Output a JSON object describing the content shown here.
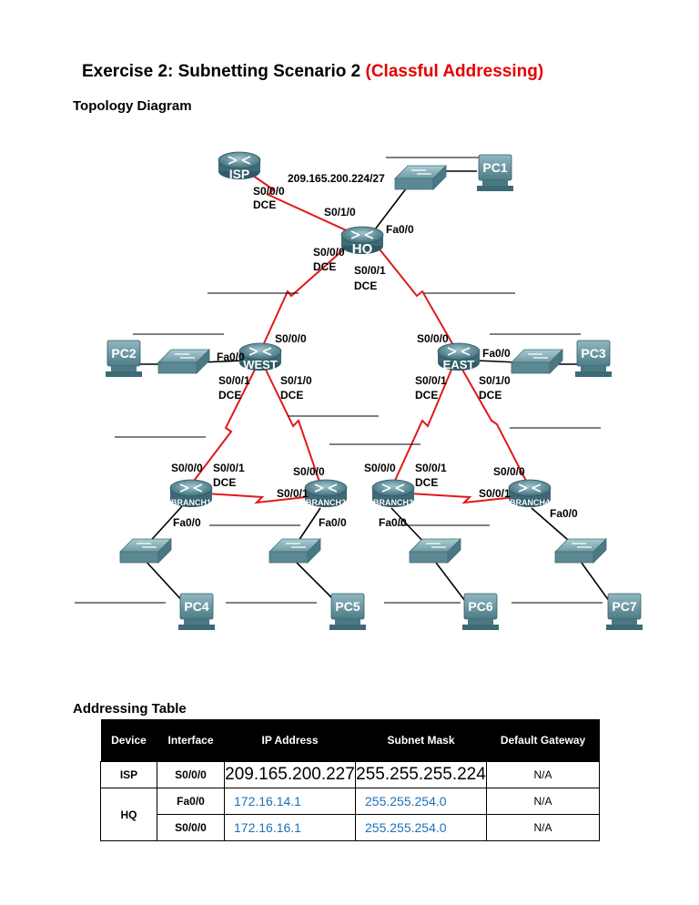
{
  "title": {
    "main": "Exercise 2: Subnetting Scenario 2 ",
    "highlight": "(Classful Addressing)"
  },
  "topology_heading": "Topology Diagram",
  "addressing_heading": "Addressing Table",
  "diagram": {
    "devices": {
      "isp": "ISP",
      "hq": "HQ",
      "west": "WEST",
      "east": "EAST",
      "branch1": "BRANCH1",
      "branch2": "BRANCH2",
      "branch3": "BRANCH3",
      "branch4": "BRANCH4",
      "pc1": "PC1",
      "pc2": "PC2",
      "pc3": "PC3",
      "pc4": "PC4",
      "pc5": "PC5",
      "pc6": "PC6",
      "pc7": "PC7"
    },
    "labels": {
      "isp_network": "209.165.200.224/27",
      "isp_s000": "S0/0/0",
      "isp_dce": "DCE",
      "hq_s010": "S0/1/0",
      "hq_fa00": "Fa0/0",
      "hq_s000": "S0/0/0",
      "hq_s000_dce": "DCE",
      "hq_s001": "S0/0/1",
      "hq_s001_dce": "DCE",
      "west_s000": "S0/0/0",
      "west_fa00": "Fa0/0",
      "west_s001": "S0/0/1",
      "west_s001_dce": "DCE",
      "west_s010": "S0/1/0",
      "west_s010_dce": "DCE",
      "east_s000": "S0/0/0",
      "east_fa00": "Fa0/0",
      "east_s001": "S0/0/1",
      "east_s001_dce": "DCE",
      "east_s010": "S0/1/0",
      "east_s010_dce": "DCE",
      "b1_s000": "S0/0/0",
      "b1_s001": "S0/0/1",
      "b1_dce": "DCE",
      "b1_fa00": "Fa0/0",
      "b2_s000": "S0/0/0",
      "b2_s001": "S0/0/1",
      "b2_fa00": "Fa0/0",
      "b3_s000": "S0/0/0",
      "b3_s001": "S0/0/1",
      "b3_dce": "DCE",
      "b3_fa00": "Fa0/0",
      "b4_s000": "S0/0/0",
      "b4_s001": "S0/0/1",
      "b4_fa00": "Fa0/0"
    }
  },
  "addressing_table": {
    "headers": [
      "Device",
      "Interface",
      "IP Address",
      "Subnet Mask",
      "Default Gateway"
    ],
    "rows": [
      {
        "device": "ISP",
        "interface": "S0/0/0",
        "ip": "209.165.200.227",
        "mask": "255.255.255.224",
        "gateway": "N/A"
      },
      {
        "device": "HQ",
        "interface": "Fa0/0",
        "ip": "172.16.14.1",
        "mask": "255.255.254.0",
        "gateway": "N/A"
      },
      {
        "device": "",
        "interface": "S0/0/0",
        "ip": "172.16.16.1",
        "mask": "255.255.254.0",
        "gateway": "N/A"
      }
    ]
  }
}
